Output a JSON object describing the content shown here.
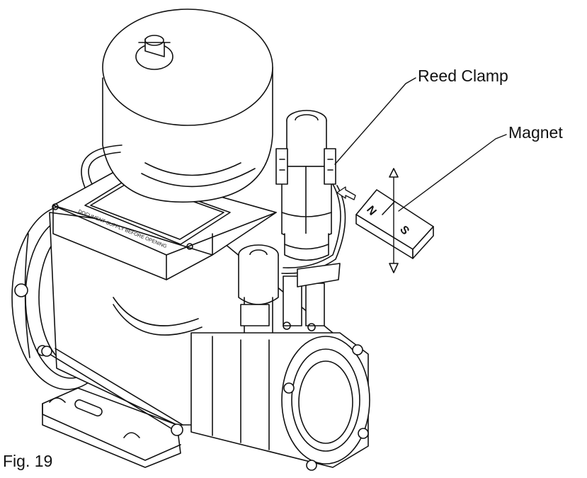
{
  "callouts": {
    "reed_clamp": "Reed Clamp",
    "magnet": "Magnet"
  },
  "magnet_poles": {
    "north": "N",
    "south": "S"
  },
  "figure_caption": "Fig. 19"
}
